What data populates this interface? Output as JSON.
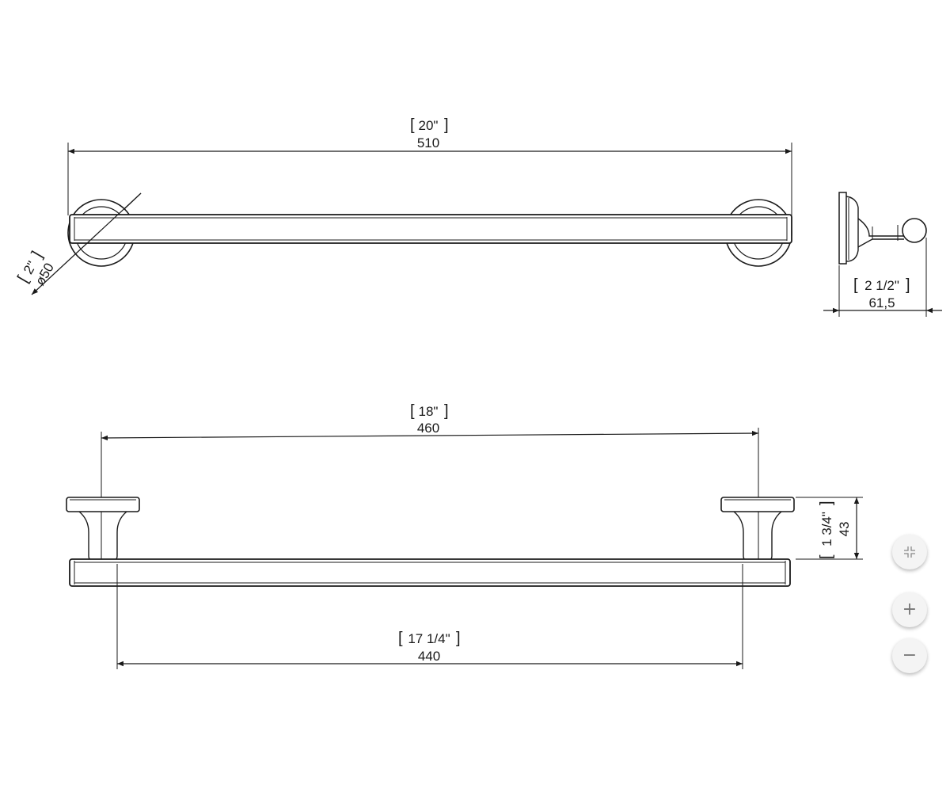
{
  "dimensions": {
    "top_overall": {
      "inch": "20\"",
      "mm": "510"
    },
    "diameter": {
      "inch": "2\"",
      "mm": "ø50"
    },
    "side_depth": {
      "inch": "2 1/2\"",
      "mm": "61,5"
    },
    "bottom_centers": {
      "inch": "18\"",
      "mm": "460"
    },
    "bottom_inner": {
      "inch": "17 1/4\"",
      "mm": "440"
    },
    "bottom_height": {
      "inch": "1 3/4\"",
      "mm": "43"
    }
  },
  "controls": {
    "fit_icon": "collapse-arrows-icon",
    "zoom_in_icon": "plus-icon",
    "zoom_out_icon": "minus-icon",
    "zoom_in_glyph": "+",
    "zoom_out_glyph": "−"
  }
}
